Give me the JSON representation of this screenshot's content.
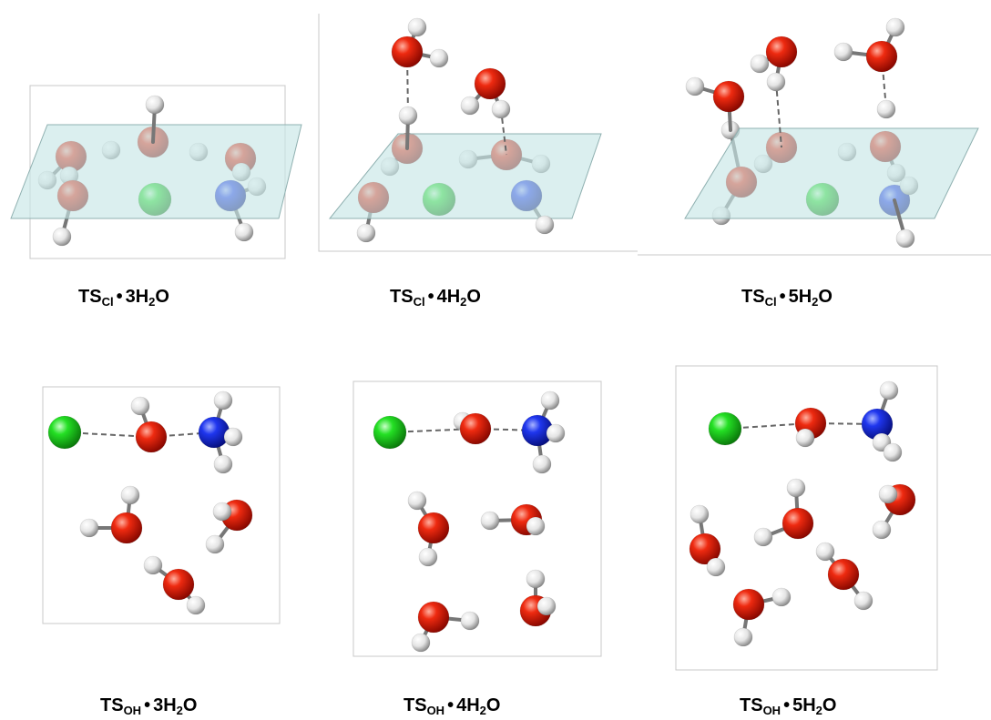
{
  "colors": {
    "oxygen": "#e01a0a",
    "hydrogen": "#f2f2f2",
    "nitrogen": "#1a2ee0",
    "chlorine": "#22dd22",
    "plane": "#c8e6e6",
    "bond": "#777777",
    "hbond": "#666666"
  },
  "panels": [
    {
      "id": "ts-cl-3h2o",
      "caption": {
        "base": "TS",
        "sub": "Cl",
        "dot": "•",
        "count": "3H",
        "sub2": "2",
        "tail": "O"
      },
      "atoms": [
        [
          "H",
          170,
          115
        ],
        [
          "O",
          168,
          156
        ],
        [
          "H",
          122,
          165
        ],
        [
          "H",
          218,
          167
        ],
        [
          "O",
          78,
          172
        ],
        [
          "H",
          76,
          193
        ],
        [
          "O",
          264,
          174
        ],
        [
          "H",
          265,
          189
        ],
        [
          "O",
          80,
          215
        ],
        [
          "Cl",
          170,
          219
        ],
        [
          "N",
          253,
          215
        ],
        [
          "H",
          282,
          205
        ],
        [
          "H",
          68,
          260
        ],
        [
          "H",
          268,
          255
        ],
        [
          "H",
          52,
          198
        ]
      ],
      "bonds": [
        [
          0,
          1
        ],
        [
          4,
          5
        ],
        [
          6,
          7
        ],
        [
          8,
          12
        ],
        [
          10,
          11
        ],
        [
          10,
          13
        ],
        [
          4,
          14
        ]
      ],
      "hbonds": []
    },
    {
      "id": "ts-cl-4h2o",
      "caption": {
        "base": "TS",
        "sub": "Cl",
        "dot": "•",
        "count": "4H",
        "sub2": "2",
        "tail": "O"
      },
      "atoms": [
        [
          "H",
          458,
          30
        ],
        [
          "O",
          447,
          57
        ],
        [
          "H",
          482,
          64
        ],
        [
          "O",
          538,
          92
        ],
        [
          "H",
          516,
          116
        ],
        [
          "H",
          550,
          120
        ],
        [
          "H",
          448,
          127
        ],
        [
          "O",
          447,
          163
        ],
        [
          "H",
          428,
          183
        ],
        [
          "O",
          556,
          170
        ],
        [
          "H",
          514,
          175
        ],
        [
          "H",
          594,
          180
        ],
        [
          "O",
          410,
          217
        ],
        [
          "Cl",
          482,
          219
        ],
        [
          "N",
          578,
          215
        ],
        [
          "H",
          402,
          256
        ],
        [
          "H",
          598,
          247
        ]
      ],
      "bonds": [
        [
          0,
          1
        ],
        [
          1,
          2
        ],
        [
          3,
          4
        ],
        [
          3,
          5
        ],
        [
          6,
          7
        ],
        [
          7,
          8
        ],
        [
          9,
          10
        ],
        [
          9,
          11
        ],
        [
          12,
          15
        ],
        [
          14,
          16
        ]
      ],
      "hbonds": [
        [
          1,
          6
        ],
        [
          5,
          9
        ]
      ]
    },
    {
      "id": "ts-cl-5h2o",
      "caption": {
        "base": "TS",
        "sub": "Cl",
        "dot": "•",
        "count": "5H",
        "sub2": "2",
        "tail": "O"
      },
      "atoms": [
        [
          "H",
          983,
          30
        ],
        [
          "O",
          858,
          57
        ],
        [
          "O",
          968,
          62
        ],
        [
          "H",
          834,
          70
        ],
        [
          "H",
          926,
          57
        ],
        [
          "H",
          763,
          95
        ],
        [
          "O",
          800,
          106
        ],
        [
          "H",
          852,
          90
        ],
        [
          "H",
          973,
          120
        ],
        [
          "H",
          802,
          143
        ],
        [
          "O",
          858,
          162
        ],
        [
          "H",
          930,
          167
        ],
        [
          "O",
          972,
          161
        ],
        [
          "H",
          838,
          180
        ],
        [
          "H",
          984,
          190
        ],
        [
          "O",
          814,
          200
        ],
        [
          "Cl",
          903,
          219
        ],
        [
          "N",
          982,
          220
        ],
        [
          "H",
          998,
          204
        ],
        [
          "H",
          792,
          237
        ],
        [
          "H",
          994,
          262
        ]
      ],
      "bonds": [
        [
          1,
          3
        ],
        [
          1,
          7
        ],
        [
          2,
          4
        ],
        [
          2,
          0
        ],
        [
          5,
          6
        ],
        [
          6,
          9
        ],
        [
          10,
          13
        ],
        [
          12,
          14
        ],
        [
          15,
          19
        ],
        [
          17,
          18
        ],
        [
          17,
          20
        ],
        [
          9,
          15
        ]
      ],
      "hbonds": [
        [
          7,
          10
        ],
        [
          2,
          8
        ]
      ]
    },
    {
      "id": "ts-oh-3h2o",
      "caption": {
        "base": "TS",
        "sub": "OH",
        "dot": "•",
        "count": "3H",
        "sub2": "2",
        "tail": "O"
      },
      "atoms": [
        [
          "H",
          154,
          446
        ],
        [
          "H",
          245,
          440
        ],
        [
          "Cl",
          71,
          475
        ],
        [
          "O",
          166,
          480
        ],
        [
          "N",
          235,
          475
        ],
        [
          "H",
          256,
          480
        ],
        [
          "H",
          245,
          510
        ],
        [
          "H",
          143,
          544
        ],
        [
          "O",
          139,
          580
        ],
        [
          "H",
          98,
          580
        ],
        [
          "O",
          260,
          566
        ],
        [
          "H",
          244,
          562
        ],
        [
          "H",
          236,
          598
        ],
        [
          "H",
          168,
          621
        ],
        [
          "O",
          196,
          642
        ],
        [
          "H",
          215,
          665
        ]
      ],
      "bonds": [
        [
          0,
          3
        ],
        [
          4,
          1
        ],
        [
          4,
          5
        ],
        [
          4,
          6
        ],
        [
          7,
          8
        ],
        [
          8,
          9
        ],
        [
          10,
          11
        ],
        [
          10,
          12
        ],
        [
          13,
          14
        ],
        [
          14,
          15
        ]
      ],
      "hbonds": [
        [
          2,
          3
        ],
        [
          3,
          4
        ]
      ]
    },
    {
      "id": "ts-oh-4h2o",
      "caption": {
        "base": "TS",
        "sub": "OH",
        "dot": "•",
        "count": "4H",
        "sub2": "2",
        "tail": "O"
      },
      "atoms": [
        [
          "H",
          604,
          440
        ],
        [
          "Cl",
          428,
          475
        ],
        [
          "H",
          508,
          463
        ],
        [
          "O",
          522,
          471
        ],
        [
          "N",
          590,
          473
        ],
        [
          "H",
          610,
          476
        ],
        [
          "H",
          595,
          510
        ],
        [
          "H",
          458,
          550
        ],
        [
          "O",
          476,
          580
        ],
        [
          "H",
          470,
          612
        ],
        [
          "O",
          578,
          571
        ],
        [
          "H",
          538,
          572
        ],
        [
          "H",
          588,
          578
        ],
        [
          "H",
          588,
          636
        ],
        [
          "O",
          476,
          678
        ],
        [
          "H",
          516,
          682
        ],
        [
          "O",
          588,
          671
        ],
        [
          "H",
          600,
          666
        ],
        [
          "H",
          462,
          706
        ]
      ],
      "bonds": [
        [
          2,
          3
        ],
        [
          4,
          0
        ],
        [
          4,
          5
        ],
        [
          4,
          6
        ],
        [
          7,
          8
        ],
        [
          8,
          9
        ],
        [
          10,
          11
        ],
        [
          10,
          12
        ],
        [
          13,
          16
        ],
        [
          16,
          17
        ],
        [
          14,
          15
        ],
        [
          14,
          18
        ]
      ],
      "hbonds": [
        [
          1,
          3
        ],
        [
          3,
          4
        ]
      ]
    },
    {
      "id": "ts-oh-5h2o",
      "caption": {
        "base": "TS",
        "sub": "OH",
        "dot": "•",
        "count": "5H",
        "sub2": "2",
        "tail": "O"
      },
      "atoms": [
        [
          "H",
          976,
          429
        ],
        [
          "Cl",
          796,
          471
        ],
        [
          "O",
          890,
          465
        ],
        [
          "H",
          884,
          481
        ],
        [
          "N",
          963,
          466
        ],
        [
          "H",
          968,
          486
        ],
        [
          "H",
          980,
          497
        ],
        [
          "H",
          874,
          536
        ],
        [
          "O",
          876,
          575
        ],
        [
          "H",
          838,
          590
        ],
        [
          "O",
          988,
          549
        ],
        [
          "H",
          975,
          543
        ],
        [
          "H",
          968,
          582
        ],
        [
          "H",
          768,
          565
        ],
        [
          "O",
          774,
          603
        ],
        [
          "H",
          786,
          623
        ],
        [
          "H",
          906,
          606
        ],
        [
          "O",
          926,
          631
        ],
        [
          "H",
          948,
          660
        ],
        [
          "O",
          822,
          664
        ],
        [
          "H",
          858,
          656
        ],
        [
          "H",
          816,
          700
        ]
      ],
      "bonds": [
        [
          2,
          3
        ],
        [
          4,
          0
        ],
        [
          4,
          5
        ],
        [
          4,
          6
        ],
        [
          7,
          8
        ],
        [
          8,
          9
        ],
        [
          10,
          11
        ],
        [
          10,
          12
        ],
        [
          13,
          14
        ],
        [
          14,
          15
        ],
        [
          16,
          17
        ],
        [
          17,
          18
        ],
        [
          19,
          20
        ],
        [
          19,
          21
        ]
      ],
      "hbonds": [
        [
          1,
          2
        ],
        [
          2,
          4
        ]
      ]
    }
  ]
}
